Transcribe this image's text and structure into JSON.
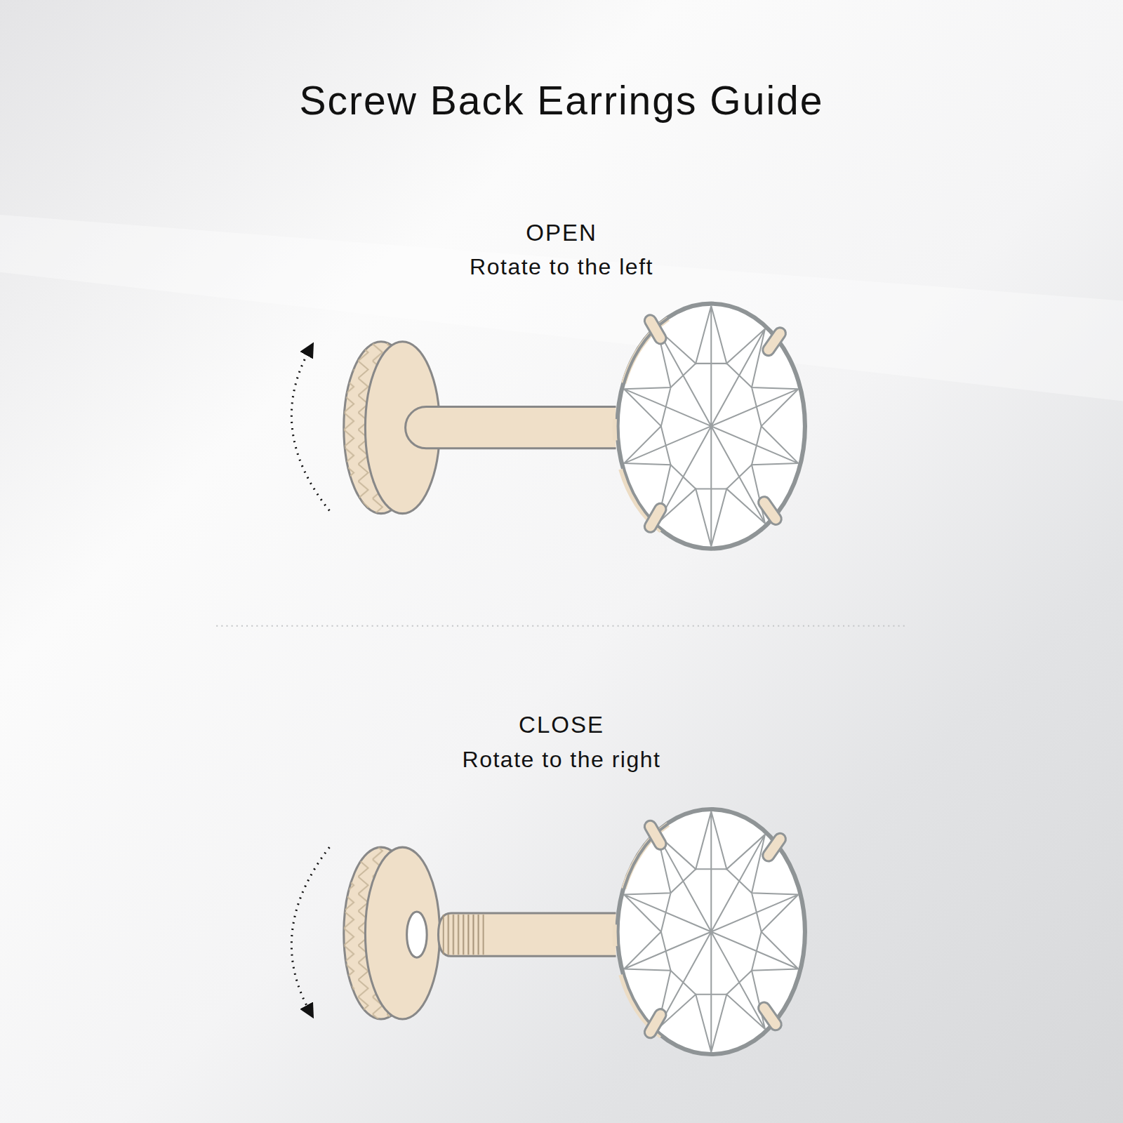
{
  "diagram": {
    "title": "Screw Back Earrings Guide",
    "labels": [
      "OPEN",
      "Rotate to the left",
      "CLOSE",
      "Rotate to the right"
    ]
  }
}
